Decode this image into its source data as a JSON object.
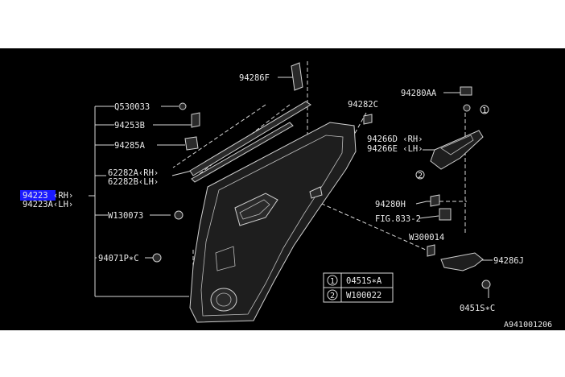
{
  "diagram": {
    "drawing_id": "A941001206",
    "parts": {
      "p94286F": "94286F",
      "p94282C": "94282C",
      "p94280AA": "94280AA",
      "pQ530033": "Q530033",
      "p94253B": "94253B",
      "p94285A": "94285A",
      "p94266D": "94266D ‹RH›",
      "p94266E": "94266E ‹LH›",
      "p62282A": "62282A‹RH›",
      "p62282B": "62282B‹LH›",
      "p94223": "94223",
      "p94223_suffix": " ‹RH›",
      "p94223A": "94223A‹LH›",
      "p94280H": "94280H",
      "pW130073": "W130073",
      "pFIG833": "FIG.833-2",
      "pW300014": "W300014",
      "p94071P": "94071P∗C",
      "p94286J": "94286J",
      "p0451SC": "0451S∗C"
    },
    "legend": [
      {
        "marker": "1",
        "code": "0451S∗A"
      },
      {
        "marker": "2",
        "code": "W100022"
      }
    ],
    "callouts": {
      "c1": "1",
      "c2": "2"
    }
  }
}
